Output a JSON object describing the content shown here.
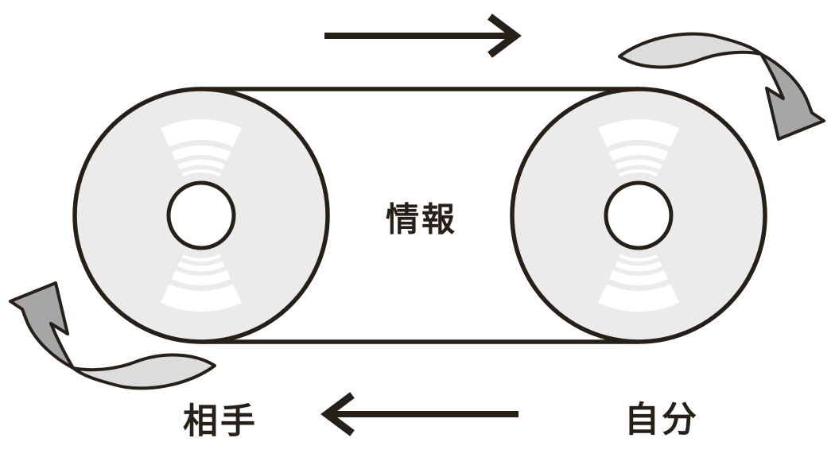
{
  "labels": {
    "center": "情報",
    "bottom_left": "相手",
    "bottom_right": "自分"
  },
  "icons": {
    "top_flow_arrow": "arrow-right",
    "bottom_flow_arrow": "arrow-left",
    "top_right_rotation": "curved-rotation-arrow-clockwise",
    "bottom_left_rotation": "curved-rotation-arrow-clockwise"
  },
  "colors": {
    "background": "#ffffff",
    "outline": "#272019",
    "reel_fill": "#ebebeb",
    "hole_fill": "#ffffff",
    "sheen": "#ffffff",
    "arrow_light": "#dcdcdc",
    "arrow_dark": "#a6a6a6",
    "text": "#272019"
  }
}
